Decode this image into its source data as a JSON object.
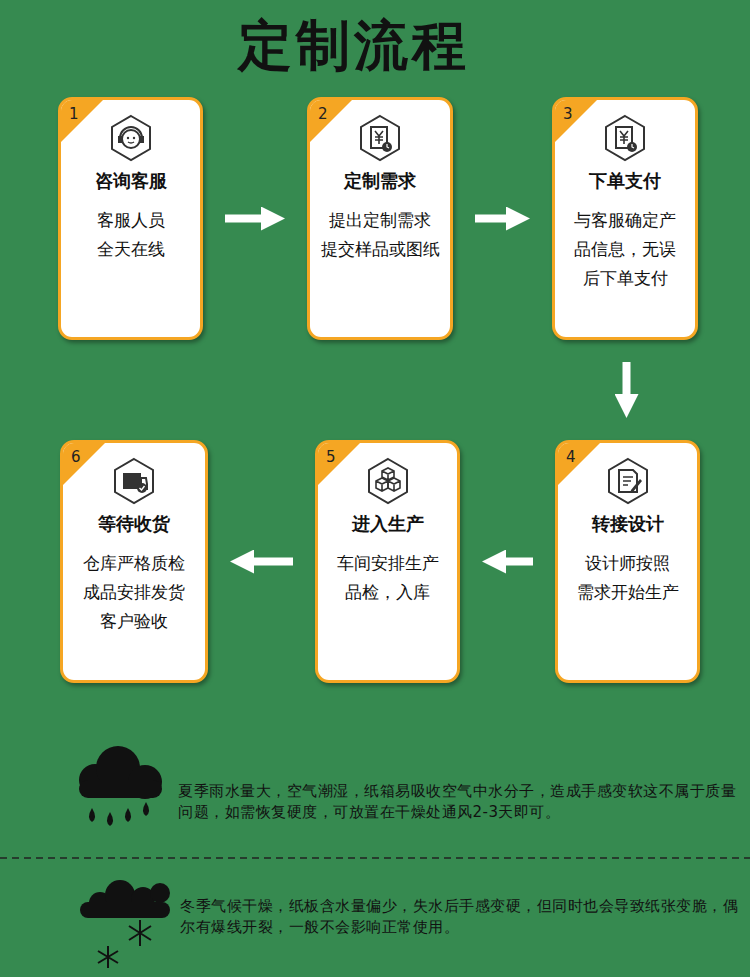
{
  "diagram": {
    "title": "定制流程",
    "nodes": [
      {
        "text": [
          "1",
          "咨询客服",
          "客服人员 全天在线"
        ]
      },
      {
        "text": [
          "2",
          "定制需求",
          "提出定制需求 提交样品或图纸"
        ]
      },
      {
        "text": [
          "3",
          "下单支付",
          "与客服确定产 品信息，无误 后下单支付"
        ]
      },
      {
        "text": [
          "4",
          "转接设计",
          "设计师按照 需求开始生产"
        ]
      },
      {
        "text": [
          "5",
          "进入生产",
          "车间安排生产 品检，入库"
        ]
      },
      {
        "text": [
          "6",
          "等待收货",
          "仓库严格质检 成品安排发货 客户验收"
        ]
      }
    ],
    "edges": [
      {
        "from": 0,
        "to": 1,
        "arrow": "to"
      },
      {
        "from": 1,
        "to": 2,
        "arrow": "to"
      },
      {
        "from": 2,
        "to": 3,
        "arrow": "to"
      },
      {
        "from": 3,
        "to": 4,
        "arrow": "to"
      },
      {
        "from": 4,
        "to": 5,
        "arrow": "to"
      }
    ],
    "labels": [
      "夏季雨水量大，空气潮湿，纸箱易吸收空气中水分子，造成手感变软这不属于质量问题，如需恢复硬度，可放置在干燥处通风2-3天即可。",
      "冬季气候干燥，纸板含水量偏少，失水后手感变硬，但同时也会导致纸张变脆，偶尔有爆线开裂，一般不会影响正常使用。"
    ]
  }
}
